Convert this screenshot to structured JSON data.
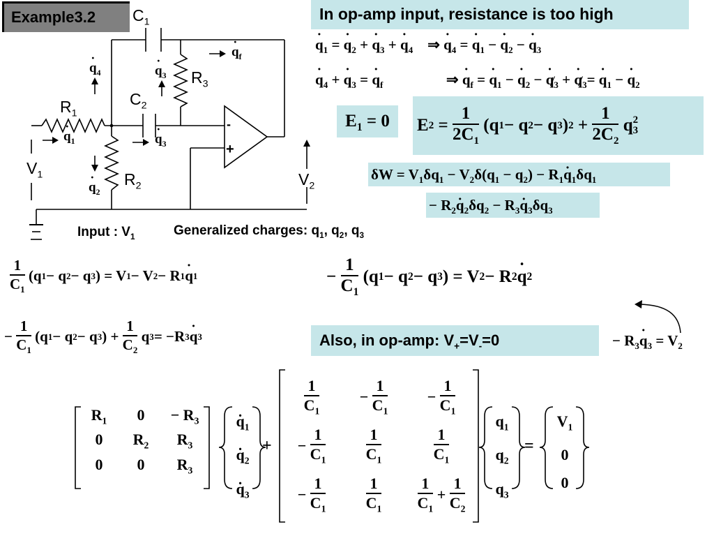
{
  "slide_title": "Example3.2",
  "header_note": "In op-amp input, resistance is too high",
  "circuit": {
    "labels": {
      "C": "C",
      "R": "R",
      "V": "V",
      "q": "q",
      "s1": "1",
      "s2": "2",
      "s3": "3",
      "s4": "4",
      "sf": "f",
      "minus": "-",
      "plus": "+"
    }
  },
  "input_label": "Input : V",
  "input_sub": "1",
  "gen_charges_prefix": "Generalized charges: q",
  "gen_charges_sub1": "1",
  "gen_charges_sub2": "2",
  "gen_charges_sub3": "3",
  "gen_charges_sep": ", q",
  "also_text_a": "Also, in op-amp: V",
  "also_plus": "+",
  "also_text_b": "=V",
  "also_minus": "-",
  "also_text_c": "=0",
  "eq": {
    "e1": "E",
    "e1_sub": "1",
    "e1_rhs": " = 0",
    "e2_lhs": "E",
    "e2_sub": "2",
    "one": "1",
    "two_c": "2C",
    "delta_w_lhs": "δW = V"
  }
}
